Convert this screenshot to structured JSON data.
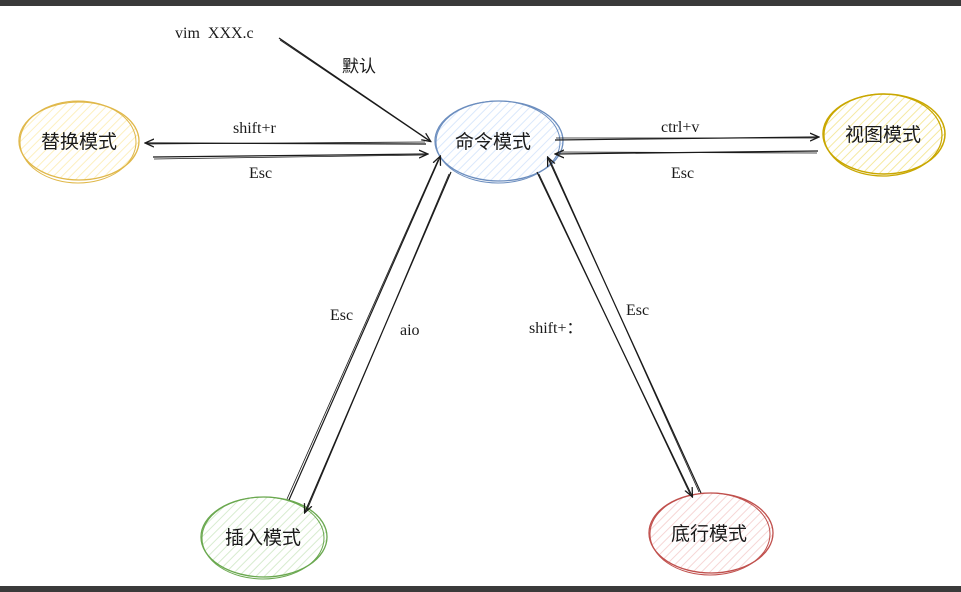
{
  "nodes": {
    "command": {
      "label": "命令模式",
      "color": "#6c8ebf"
    },
    "replace": {
      "label": "替换模式",
      "color": "#e0b84a"
    },
    "visual": {
      "label": "视图模式",
      "color": "#c9a700"
    },
    "insert": {
      "label": "插入模式",
      "color": "#6aa84f"
    },
    "bottom": {
      "label": "底行模式",
      "color": "#c0504d"
    }
  },
  "edges": {
    "start_label": "vim  XXX.c",
    "default_label": "默认",
    "to_replace": "shift+r",
    "from_replace": "Esc",
    "to_visual": "ctrl+v",
    "from_visual": "Esc",
    "to_insert": "aio",
    "from_insert": "Esc",
    "to_bottom": "shift+：",
    "from_bottom": "Esc"
  }
}
